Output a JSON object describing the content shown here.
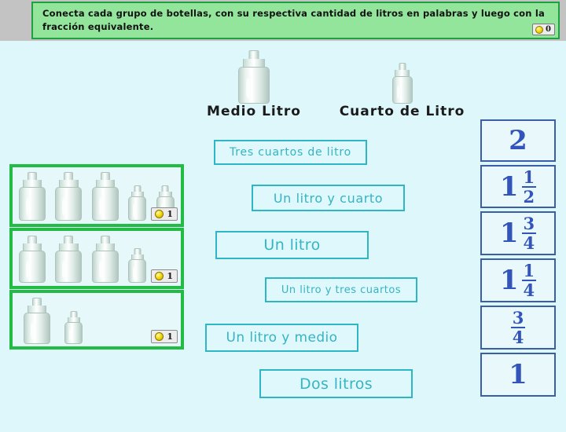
{
  "header": {
    "instruction": "Conecta cada grupo de botellas, con su respectiva cantidad de litros en palabras y luego con la fracción equivalente.",
    "score_count": "0",
    "coin_icon": "coin-icon"
  },
  "examples": [
    {
      "label": "Medio Litro",
      "size": "large"
    },
    {
      "label": "Cuarto de Litro",
      "size": "small"
    }
  ],
  "bottle_groups": [
    {
      "id": "group-1",
      "large_bottles": 3,
      "small_bottles": 2,
      "badge_count": "1"
    },
    {
      "id": "group-2",
      "large_bottles": 3,
      "small_bottles": 1,
      "badge_count": "1"
    },
    {
      "id": "group-3",
      "large_bottles": 1,
      "small_bottles": 1,
      "badge_count": "1"
    }
  ],
  "word_options": [
    {
      "label": "Tres cuartos de litro"
    },
    {
      "label": "Un litro y cuarto"
    },
    {
      "label": "Un litro"
    },
    {
      "label": "Un litro y tres cuartos"
    },
    {
      "label": "Un litro y medio"
    },
    {
      "label": "Dos litros"
    }
  ],
  "fraction_options": [
    {
      "whole": "2",
      "numerator": "",
      "denominator": ""
    },
    {
      "whole": "1",
      "numerator": "1",
      "denominator": "2"
    },
    {
      "whole": "1",
      "numerator": "3",
      "denominator": "4"
    },
    {
      "whole": "1",
      "numerator": "1",
      "denominator": "4"
    },
    {
      "whole": "",
      "numerator": "3",
      "denominator": "4"
    },
    {
      "whole": "1",
      "numerator": "",
      "denominator": ""
    }
  ],
  "colors": {
    "background": "#ddf7fa",
    "header_green": "#94e59c",
    "header_gray": "#c3c3c3",
    "group_border_green": "#22bb44",
    "word_box_cyan": "#35b4c4",
    "fraction_blue": "#3355bb"
  }
}
